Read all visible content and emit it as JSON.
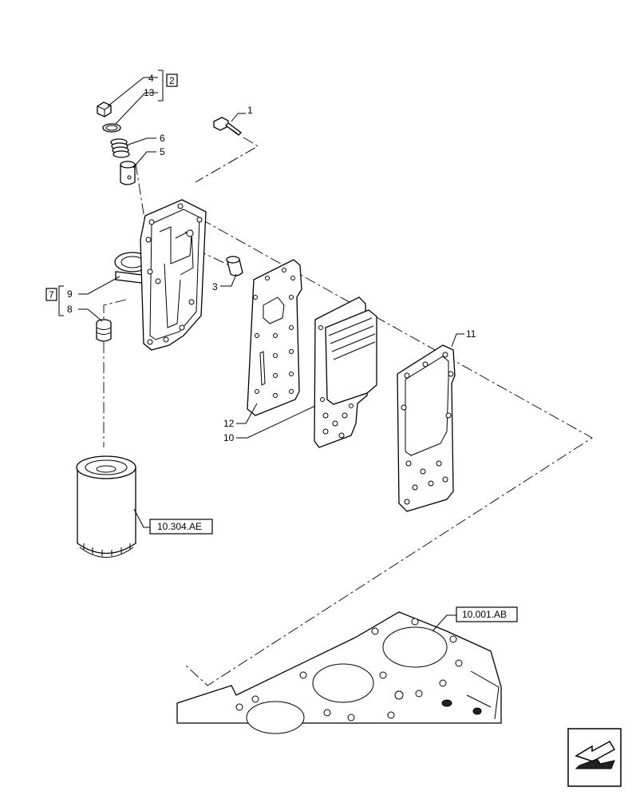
{
  "callouts": {
    "c1": "1",
    "c2": "2",
    "c3": "3",
    "c4": "4",
    "c5": "5",
    "c6": "6",
    "c7": "7",
    "c8": "8",
    "c9": "9",
    "c10": "10",
    "c11": "11",
    "c12": "12",
    "c13": "13"
  },
  "references": {
    "oil_filter": "10.304.AE",
    "engine_block": "10.001.AB"
  },
  "icons": {
    "navigation": "previous-page-arrow-icon"
  }
}
